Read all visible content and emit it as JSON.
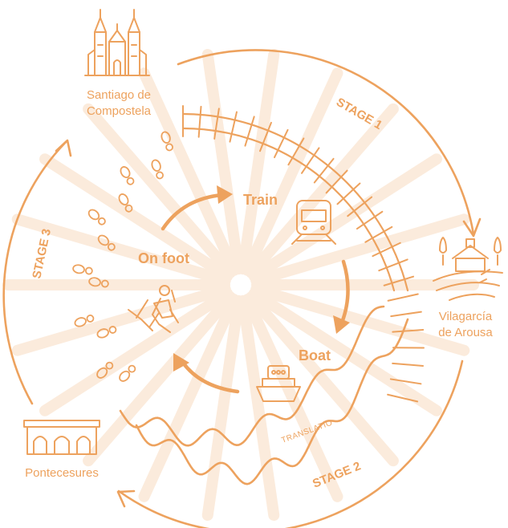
{
  "colors": {
    "primary": "#EDA25E",
    "rays": "#FBEBDC",
    "background": "#FFFFFF"
  },
  "places": {
    "santiago_line1": "Santiago de",
    "santiago_line2": "Compostela",
    "vilagarcia_line1": "Vilagarcía",
    "vilagarcia_line2": "de Arousa",
    "pontecesures": "Pontecesures"
  },
  "stages": {
    "stage1": "STAGE 1",
    "stage2": "STAGE 2",
    "stage3": "STAGE 3"
  },
  "modes": {
    "train": "Train",
    "boat": "Boat",
    "on_foot": "On foot"
  },
  "translatio": "TRANSLATIO",
  "icons": {
    "cathedral": "cathedral-icon",
    "village": "village-icon",
    "bridge": "bridge-icon",
    "train": "train-icon",
    "boat": "boat-icon",
    "hiker": "hiker-icon",
    "footprints": "footprint-icon",
    "rail": "railway-track-icon",
    "river": "river-wave-icon"
  }
}
